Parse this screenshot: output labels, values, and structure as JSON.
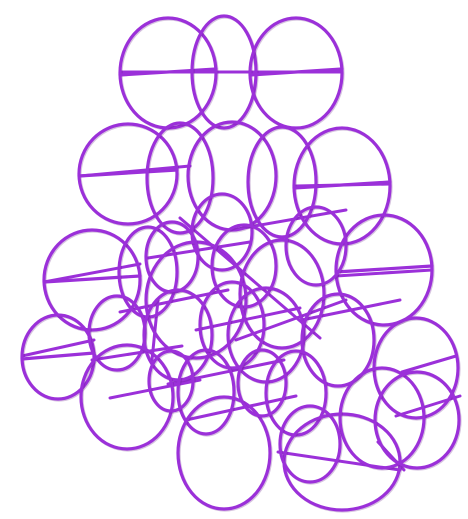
{
  "palette": {
    "background": "#ffffff",
    "stroke": "#9b30d9",
    "stroke_shadow": "#5a1580"
  },
  "figure": {
    "subject": "wireframe-ring-pyramid",
    "ring_count": 34,
    "rod_count": 22
  }
}
